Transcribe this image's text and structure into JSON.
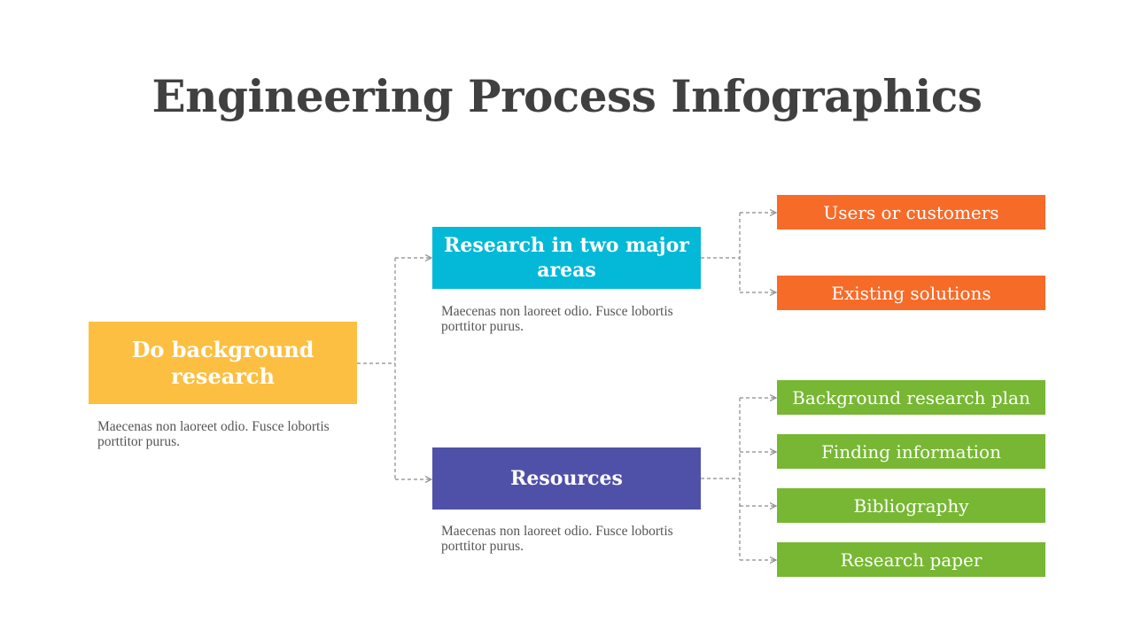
{
  "title": "Engineering Process Infographics",
  "colors": {
    "yellow": "#FDBF41",
    "cyan": "#03B9D7",
    "purple": "#4F51A8",
    "orange": "#F76B29",
    "green": "#77B734",
    "connector": "#8a8a8a"
  },
  "root": {
    "label": "Do background research",
    "description": "Maecenas non laoreet odio. Fusce lobortis porttitor purus."
  },
  "branches": [
    {
      "label": "Research in two major areas",
      "description": "Maecenas non laoreet odio. Fusce lobortis porttitor purus.",
      "items": [
        "Users or customers",
        "Existing solutions"
      ]
    },
    {
      "label": "Resources",
      "description": "Maecenas non laoreet odio. Fusce lobortis porttitor purus.",
      "items": [
        "Background research plan",
        "Finding information",
        "Bibliography",
        "Research paper"
      ]
    }
  ]
}
